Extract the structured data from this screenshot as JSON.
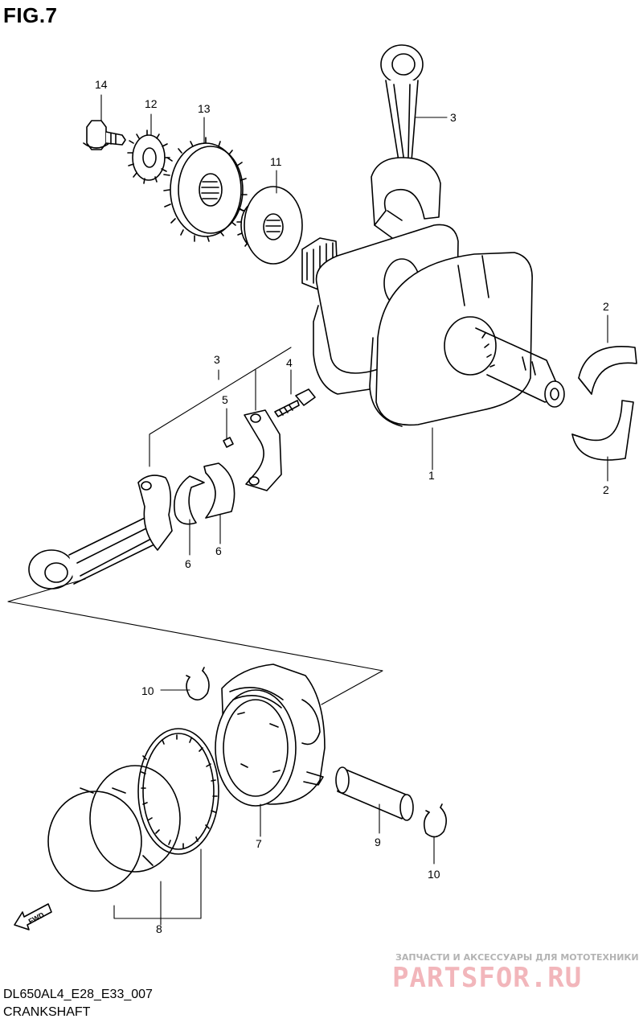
{
  "figure_label": "FIG.7",
  "model_code": "DL650AL4_E28_E33_007",
  "section_name": "CRANKSHAFT",
  "watermark": {
    "tagline": "ЗАПЧАСТИ И АКСЕССУАРЫ ДЛЯ МОТОТЕХНИКИ",
    "logo_text": "PARTSFOR.RU",
    "color": "#e8737d"
  },
  "direction_marker": "FWD",
  "callouts": {
    "c1": "1",
    "c2a": "2",
    "c2b": "2",
    "c3a": "3",
    "c3b": "3",
    "c4": "4",
    "c5": "5",
    "c6a": "6",
    "c6b": "6",
    "c7": "7",
    "c8": "8",
    "c9": "9",
    "c10a": "10",
    "c10b": "10",
    "c11": "11",
    "c12": "12",
    "c13": "13",
    "c14": "14"
  }
}
